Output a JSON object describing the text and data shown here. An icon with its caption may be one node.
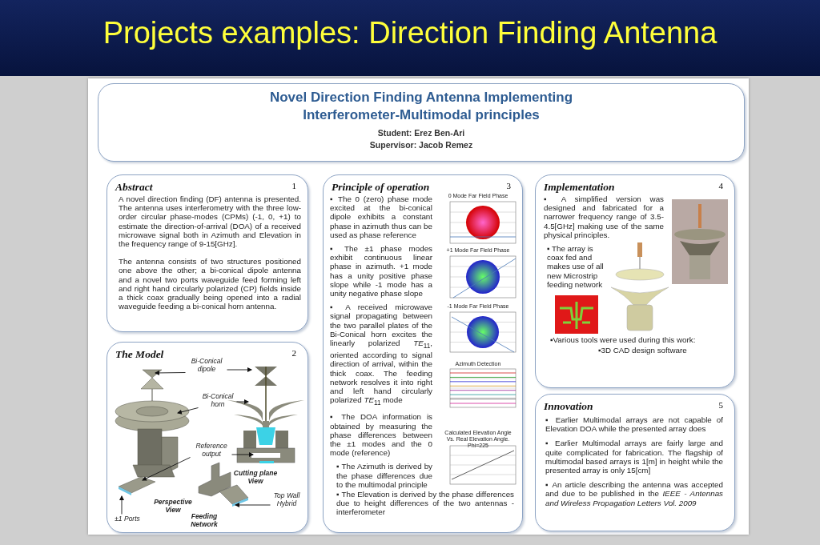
{
  "diagram": {
    "title": "Projects examples: Direction Finding Antenna",
    "nodes": [
      {
        "text": [
          "Novel Direction Finding Antenna Implementing Interferometer-Multimodal principles",
          "Student: Erez Ben-Ari",
          "Supervisor: Jacob Remez"
        ]
      },
      {
        "text": [
          "Abstract",
          "1",
          "A novel direction finding (DF) antenna is presented. The antenna uses interferometry with the three low-order circular phase-modes (CPMs) (-1, 0, +1) to estimate the direction-of-arrival (DOA) of a received microwave signal both in Azimuth and Elevation in the frequency range of 9-15[GHz].",
          "The antenna consists of two structures positioned one above the other; a bi-conical dipole antenna and a novel two ports waveguide feed forming left and right hand circularly polarized (CP) fields inside a thick coax gradually being opened into a radial waveguide feeding a bi-conical horn antenna."
        ]
      },
      {
        "text": [
          "The Model",
          "2"
        ]
      },
      {
        "text": [
          "Bi-Conical dipole"
        ],
        "in": 2
      },
      {
        "text": [
          "Bi-Conical horn"
        ],
        "in": 2
      },
      {
        "text": [
          "Reference output"
        ],
        "in": 2
      },
      {
        "text": [
          "±1 Ports"
        ],
        "in": 2
      },
      {
        "text": [
          "Top Wall Hybrid"
        ],
        "in": 2
      },
      {
        "text": [
          "Principle of operation",
          "3",
          "▪ The 0 (zero) phase mode excited at the bi-conical dipole exhibits a constant phase in azimuth thus can be used as phase reference",
          "▪ The ±1 phase modes exhibit continuous linear phase in azimuth. +1 mode has a unity positive phase slope while -1 mode has a unity negative phase slope",
          "▪ A received microwave signal propagating between the two parallel plates of the Bi-Conical horn excites the linearly polarized *TE*$_{11}$, oriented according to signal direction of arrival, within the thick coax. The feeding network resolves it into right and left hand circularly polarized *TE*$_{11}$ mode",
          "▪ The DOA information is obtained by measuring the phase differences between the ±1 modes and the 0 mode (reference)",
          "▪ The Azimuth is derived by the phase differences due to the multimodal principle",
          "▪ The Elevation is derived by the phase differences due to height differences of the two antennas - interferometer"
        ]
      },
      {
        "text": [
          "Implementation",
          "4",
          "▪ A simplified version was designed and fabricated for a narrower frequency range of 3.5-4.5[GHz] making use of the same physical principles.",
          "▪ The array is coax fed and makes use of all new Microstrip feeding network",
          "▪Various tools were used during this work:",
          "▪3D CAD design software"
        ]
      },
      {
        "text": [
          "Innovation",
          "5",
          "▪ Earlier Multimodal arrays are not capable of Elevation DOA while the presented array does",
          "▪ Earlier Multimodal arrays are fairly large and quite complicated for fabrication. The flagship of multimodal based arrays is 1[m] in height while the presented array is only 15[cm]",
          "▪ An article describing the antenna was accepted and due to be published in the *IEEE - Antennas and Wireless Propagation Letters Vol. 2009*"
        ]
      }
    ],
    "edges": [
      {
        "from": 3,
        "to": null,
        "arrow": "to"
      },
      {
        "from": 3,
        "to": null,
        "arrow": "to"
      },
      {
        "from": 4,
        "to": null,
        "arrow": "to"
      },
      {
        "from": 4,
        "to": null,
        "arrow": "to"
      },
      {
        "from": 5,
        "to": null,
        "arrow": "to"
      },
      {
        "from": 5,
        "to": null,
        "arrow": "to"
      },
      {
        "from": 6,
        "to": null,
        "arrow": "to"
      },
      {
        "from": 7,
        "to": null,
        "arrow": "to"
      }
    ],
    "labels": [
      "Perspective View",
      "Cutting plane View",
      "Feeding Network",
      "0 Mode Far Field Phase",
      "+1 Mode Far Field Phase",
      "-1 Mode Far Field Phase",
      "Azimuth Detection",
      "Calculated Elevation Angle Vs. Real Elevation Angle. Phi=225"
    ]
  }
}
